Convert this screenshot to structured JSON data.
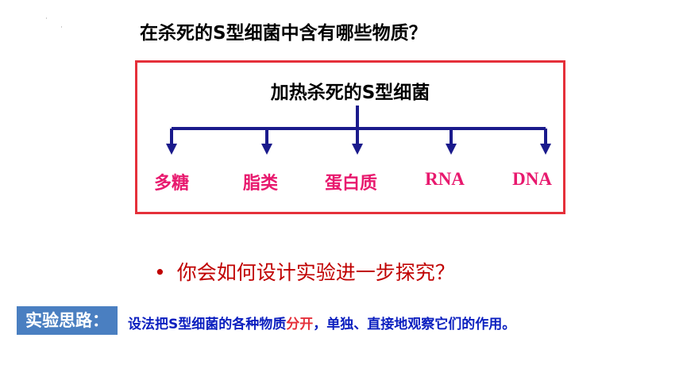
{
  "title": "在杀死的S型细菌中含有哪些物质？",
  "diagram": {
    "root": "加热杀死的S型细菌",
    "leaves": [
      "多糖",
      "脂类",
      "蛋白质",
      "RNA",
      "DNA"
    ],
    "colors": {
      "frame": "#e5303a",
      "arrows": "#1a1a8c",
      "leaves": "#e8196e"
    }
  },
  "question": {
    "bullet": "•",
    "text": "你会如何设计实验进一步探究？"
  },
  "approach": {
    "label": "实验思路：",
    "text_before": "设法把S型细菌的各种物质",
    "highlight": "分开",
    "text_after": "，单独、直接地观察它们的作用。"
  }
}
